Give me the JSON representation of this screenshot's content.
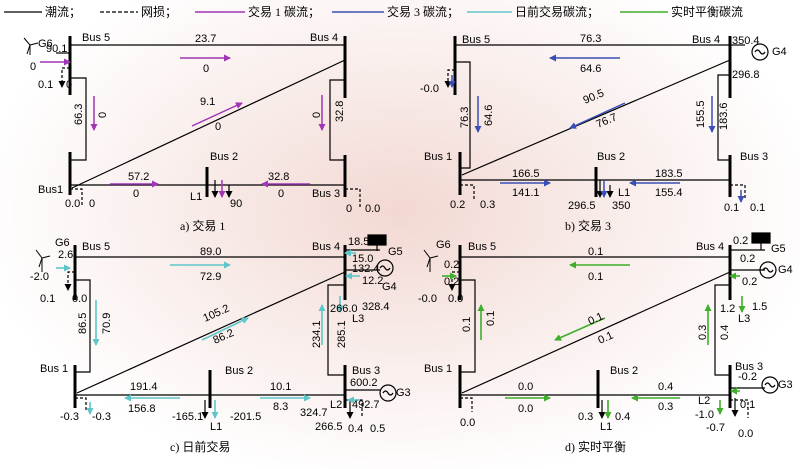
{
  "legend": {
    "flow": "潮流；",
    "loss": "网损；",
    "trade1": "交易 1 碳流；",
    "trade3": "交易 3 碳流；",
    "dayahead": "日前交易碳流；",
    "realtime": "实时平衡碳流"
  },
  "colors": {
    "flow": "#000000",
    "trade1": "#a035b5",
    "trade3": "#3a4fb5",
    "dayahead": "#5ec6c9",
    "realtime": "#3fae2a"
  },
  "buses": {
    "b1": "Bus 1",
    "b2": "Bus 2",
    "b3": "Bus 3",
    "b4": "Bus 4",
    "b5": "Bus 5"
  },
  "short_bus1": "Bus1",
  "gen": {
    "g3": "G3",
    "g4": "G4",
    "g5": "G5",
    "g6": "G6"
  },
  "load": {
    "l1": "L1",
    "l2": "L2",
    "l3": "L3"
  },
  "icons": [
    "wind-turbine-icon",
    "solar-panel-icon",
    "generator-icon"
  ],
  "panels": {
    "a": {
      "caption": "a) 交易 1",
      "g6": "90.1",
      "l54_flow": "23.7",
      "l54_c": "0",
      "b5_left": "0",
      "b5_bl": "0.1",
      "b5_br": "0",
      "l15_flow": "66.3",
      "l15_c": "0",
      "l14_flow": "9.1",
      "l14_c": "0",
      "l43_c": "0",
      "l43_flow": "32.8",
      "l12_flow": "57.2",
      "l12_c": "0",
      "l32_flow": "32.8",
      "l32_c": "0",
      "b1_a": "0.0",
      "b1_b": "0",
      "l1": "90",
      "b3_a": "0",
      "b3_b": "0.0"
    },
    "b": {
      "caption": "b) 交易 3",
      "g4": "350.4",
      "g4_below": "296.8",
      "l45_flow": "76.3",
      "l45_c": "64.6",
      "b5_loss": "-0.0",
      "l51_flow": "76.3",
      "l51_c": "64.6",
      "l41_flow": "90.5",
      "l41_c": "76.7",
      "l43_flow": "155.5",
      "l43_c": "183.6",
      "l12_flow": "166.5",
      "l12_c": "141.1",
      "l32_flow": "183.5",
      "l32_c": "155.4",
      "b1_a": "0.2",
      "b1_b": "0.3",
      "l1_flow": "296.5",
      "l1": "350",
      "b3_a": "0.1",
      "b3_b": "0.1"
    },
    "c": {
      "caption": "c) 日前交易",
      "g6": "2.6",
      "b5_left": "-2.0",
      "b5_bl": "0.1",
      "b5_br": "0.0",
      "l54_flow": "89.0",
      "l54_c": "72.9",
      "g5": "18.5",
      "g5_a": "15.0",
      "g5_b": "132.4",
      "g5_c": "12.2",
      "l3_a": "266.0",
      "l3_b": "328.4",
      "l15_flow": "86.5",
      "l15_c": "70.9",
      "l14_flow": "105.2",
      "l14_c": "86.2",
      "l43_flow": "234.1",
      "l43_c": "285.1",
      "l12_flow": "191.4",
      "l12_c": "156.8",
      "l32_flow": "10.1",
      "l32_c": "8.3",
      "g3": "600.2",
      "g3_b": "492.7",
      "b1_a": "-0.3",
      "b1_b": "-0.3",
      "l1_a": "-165.1",
      "l1_b": "-201.5",
      "l2_a": "324.7",
      "l2_b": "266.5",
      "b3_a": "0.4",
      "b3_b": "0.5"
    },
    "d": {
      "caption": "d) 实时平衡",
      "b5_top": "0.2",
      "b5_mid": "0.2",
      "b5_loss": "-0.0",
      "b5_loss2": "0.0",
      "l45_flow": "0.1",
      "l45_c": "0.1",
      "g5": "0.2",
      "g4_a": "0.2",
      "g4_b": "0.2",
      "l3_a": "1.2",
      "l3_b": "1.5",
      "l51_flow": "0.1",
      "l51_c": "0.1",
      "l41_flow": "0.1",
      "l41_c": "0.1",
      "l43_flow": "0.3",
      "l43_c": "0.4",
      "l12_flow": "0.0",
      "l12_c": "0.0",
      "l32_flow": "0.4",
      "l32_c": "0.3",
      "g3_a": "-0.2",
      "g3_b": "0.1",
      "b1_a": "0.0",
      "l1_a": "0.3",
      "l1_b": "0.4",
      "l2_a": "-1.0",
      "l2_b": "-0.7",
      "b3_a": "0.0"
    }
  }
}
